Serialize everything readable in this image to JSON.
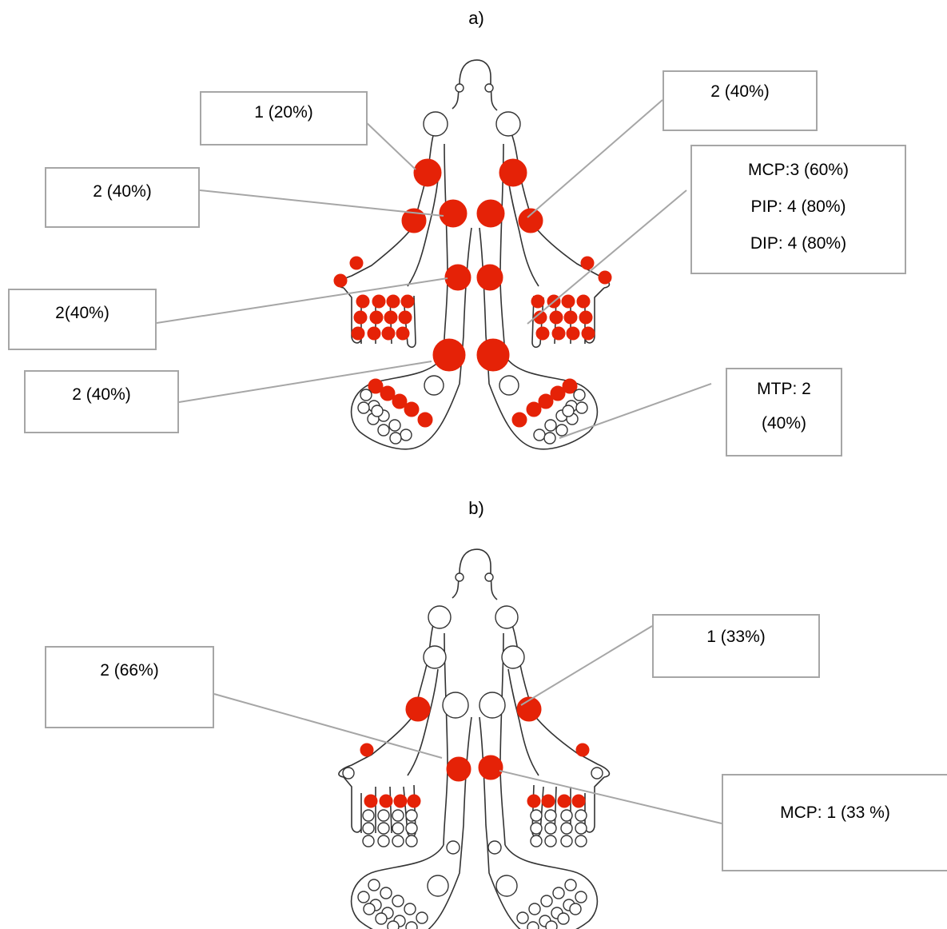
{
  "colors": {
    "active_joint": "#e52207",
    "inactive_joint": "#ffffff",
    "outline": "#333333",
    "callout_border": "#a6a6a6"
  },
  "panels": [
    {
      "label": "a)",
      "callouts": [
        {
          "id": "shoulder",
          "lines": [
            "1 (20%)"
          ]
        },
        {
          "id": "elbow",
          "lines": [
            "2 (40%)"
          ]
        },
        {
          "id": "wrist",
          "lines": [
            "2(40%)"
          ]
        },
        {
          "id": "ankle",
          "lines": [
            "2 (40%)"
          ]
        },
        {
          "id": "right-elbow",
          "lines": [
            "2 (40%)"
          ]
        },
        {
          "id": "hand",
          "lines": [
            "MCP:3 (60%)",
            "PIP: 4 (80%)",
            "DIP: 4 (80%)"
          ]
        },
        {
          "id": "mtp",
          "lines": [
            "MTP:  2",
            "(40%)"
          ]
        }
      ]
    },
    {
      "label": "b)",
      "callouts": [
        {
          "id": "wrist",
          "lines": [
            "2 (66%)"
          ]
        },
        {
          "id": "right-elbow",
          "lines": [
            "1 (33%)"
          ]
        },
        {
          "id": "mcp",
          "lines": [
            "MCP: 1 (33 %)"
          ]
        }
      ]
    }
  ]
}
